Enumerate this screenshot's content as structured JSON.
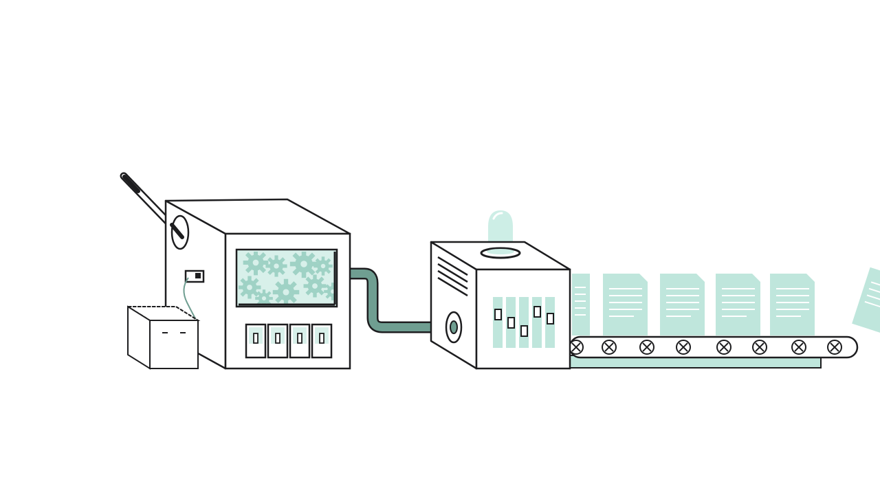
{
  "scene": {
    "description_name": "document-factory-illustration",
    "colors": {
      "background": "#ffffff",
      "stroke": "#1d1d1f",
      "accent": "#bfe6dc",
      "accent_dark": "#6f9e91",
      "bulb": "#cdeee6"
    },
    "document_count": 6,
    "switch_count": 4,
    "belt_roller_count": 8
  }
}
